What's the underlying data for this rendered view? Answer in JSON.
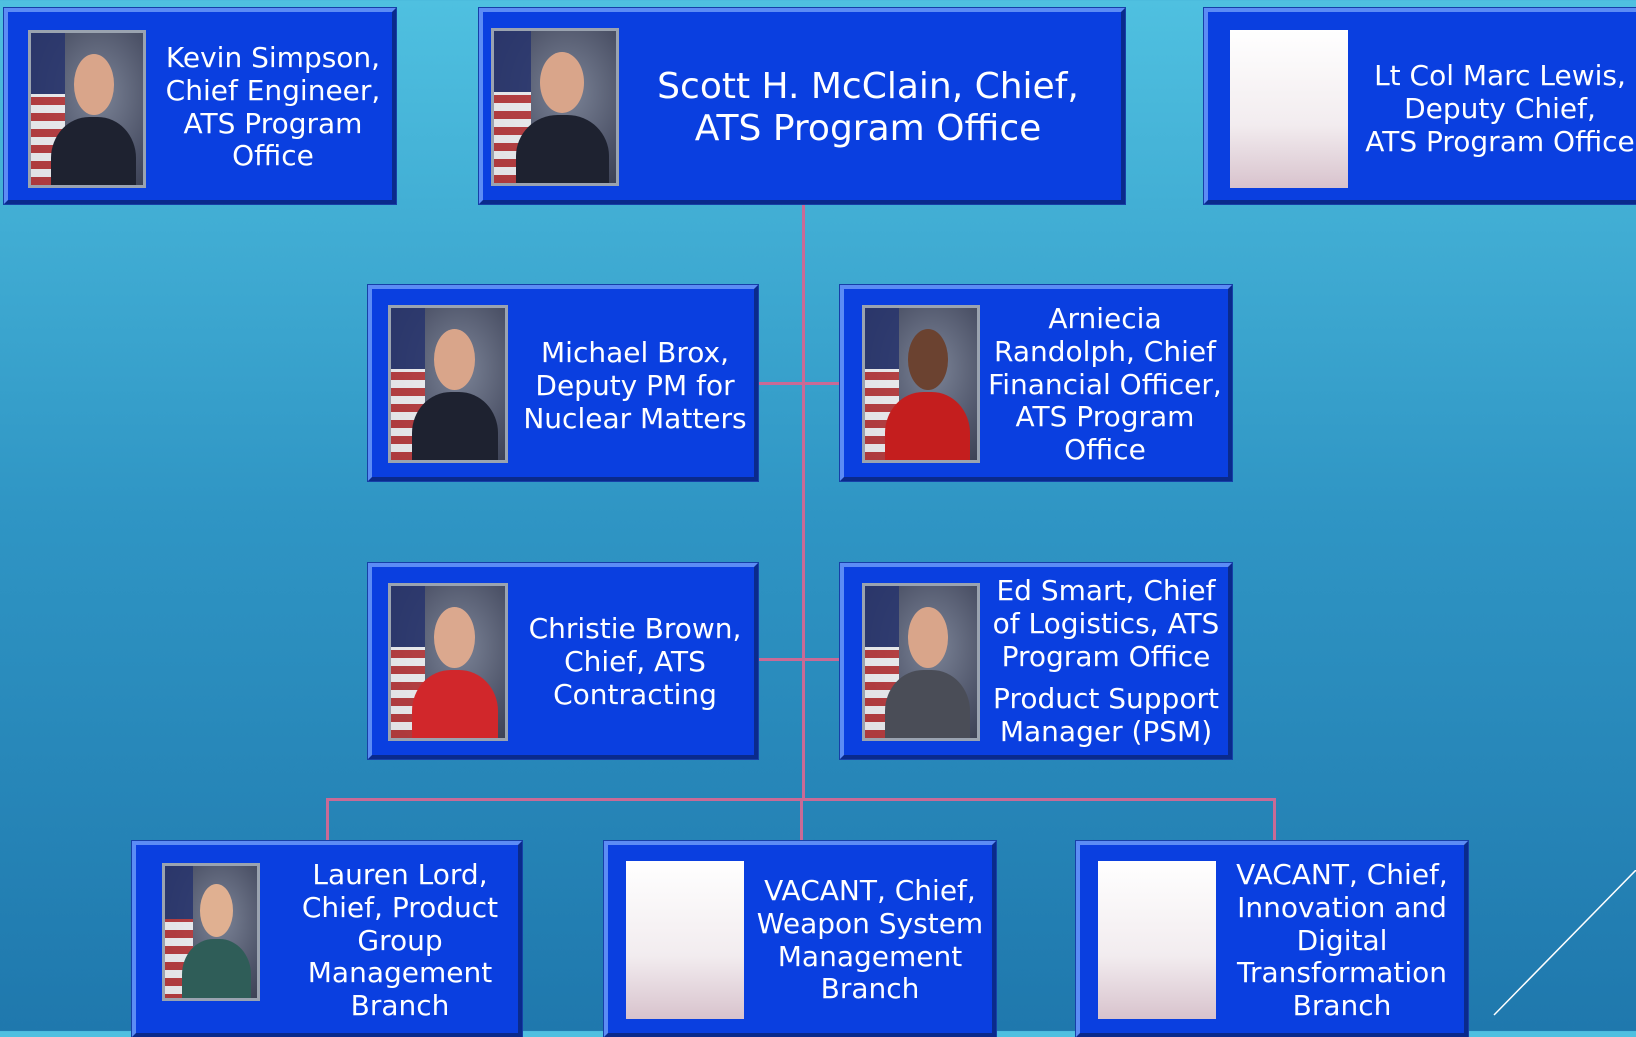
{
  "org_chart": {
    "top": {
      "chief": {
        "name": "Scott H. McClain, Chief,\nATS Program Office",
        "photo": "portrait-photo"
      },
      "engineer": {
        "name": "Kevin Simpson,\nChief Engineer,\nATS Program\nOffice",
        "photo": "portrait-photo"
      },
      "deputy": {
        "name": "Lt Col Marc Lewis,\nDeputy Chief,\nATS Program Office",
        "photo": "blank-photo"
      }
    },
    "row2": {
      "brox": {
        "name": "Michael Brox,\nDeputy PM for\nNuclear Matters",
        "photo": "portrait-photo"
      },
      "randolph": {
        "name": "Arniecia\nRandolph, Chief\nFinancial Officer,\nATS Program\nOffice",
        "photo": "portrait-photo"
      }
    },
    "row3": {
      "brown": {
        "name": "Christie Brown,\nChief, ATS\nContracting",
        "photo": "portrait-photo"
      },
      "smart": {
        "name": "Ed Smart, Chief\nof Logistics, ATS\nProgram Office",
        "role": "Product Support\nManager (PSM)",
        "photo": "portrait-photo"
      }
    },
    "row4": {
      "lord": {
        "name": "Lauren Lord,\nChief, Product\nGroup\nManagement\nBranch",
        "photo": "portrait-photo"
      },
      "weapon": {
        "name": "VACANT, Chief,\nWeapon System\nManagement\nBranch",
        "photo": "blank-photo"
      },
      "innovation": {
        "name": "VACANT, Chief,\nInnovation and\nDigital\nTransformation\nBranch",
        "photo": "blank-photo"
      }
    }
  },
  "colors": {
    "card": "#0a3fe0",
    "connector": "#c96a96",
    "background_top": "#4fc0e0",
    "background_bottom": "#1f78ad"
  }
}
